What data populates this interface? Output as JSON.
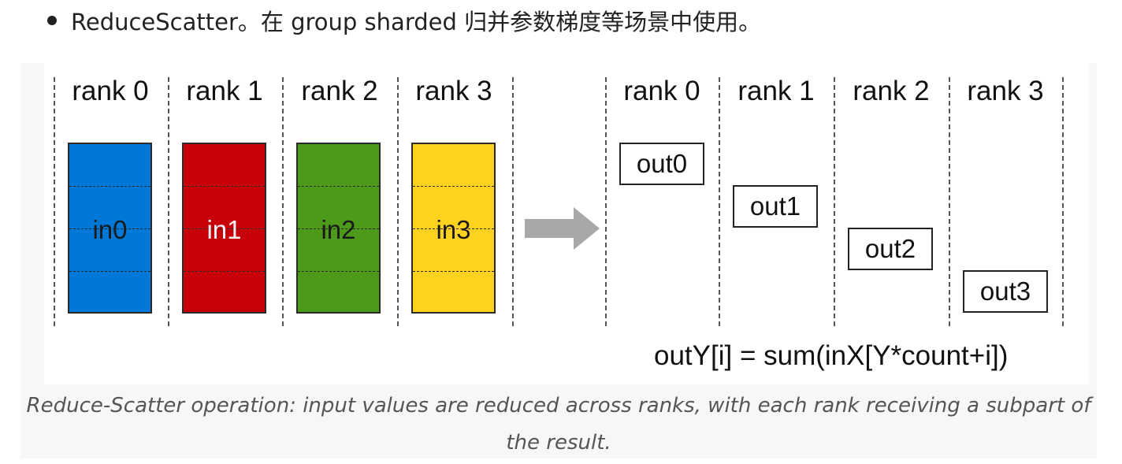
{
  "bullet": {
    "text": "ReduceScatter。在 group sharded 归并参数梯度等场景中使用。"
  },
  "diagram": {
    "input_ranks": [
      "rank 0",
      "rank 1",
      "rank 2",
      "rank 3"
    ],
    "output_ranks": [
      "rank 0",
      "rank 1",
      "rank 2",
      "rank 3"
    ],
    "inputs": [
      {
        "label": "in0",
        "color": "#0078d7",
        "label_color": "#1a1a1a"
      },
      {
        "label": "in1",
        "color": "#c8000a",
        "label_color": "#f2f2f2"
      },
      {
        "label": "in2",
        "color": "#4d9a1a",
        "label_color": "#1a1a1a"
      },
      {
        "label": "in3",
        "color": "#ffd21f",
        "label_color": "#1a1a1a"
      }
    ],
    "outputs": [
      "out0",
      "out1",
      "out2",
      "out3"
    ],
    "arrow_color": "#a8a8a8",
    "formula": "outY[i] = sum(inX[Y*count+i])"
  },
  "caption": {
    "line1": "Reduce-Scatter operation: input values are reduced across ranks, with each rank receiving a subpart of",
    "line2": "the result."
  }
}
